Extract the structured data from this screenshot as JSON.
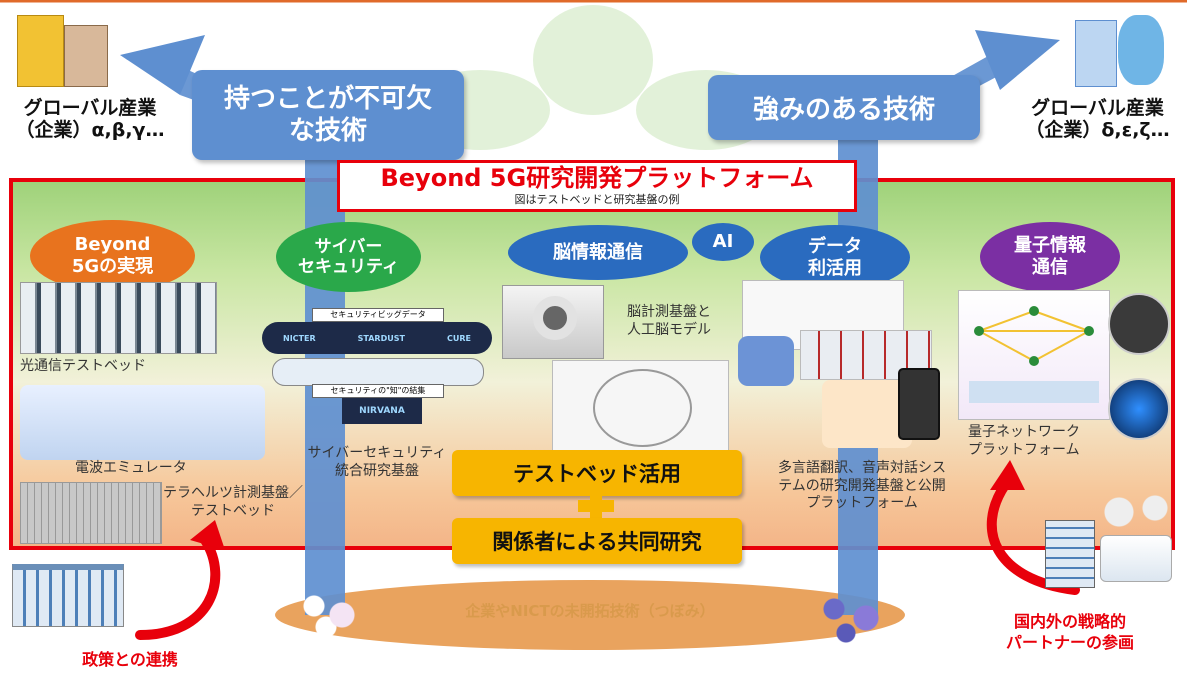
{
  "left_group": {
    "line1": "グローバル産業",
    "line2": "（企業）α,β,γ…"
  },
  "right_group": {
    "line1": "グローバル産業",
    "line2": "（企業）δ,ε,ζ…"
  },
  "arrow_left_label_1": "持つことが不可欠",
  "arrow_left_label_2": "な技術",
  "arrow_right_label": "強みのある技術",
  "platform": {
    "title": "Beyond 5G研究開発プラットフォーム",
    "subtitle": "図はテストベッドと研究基盤の例"
  },
  "pillars": [
    {
      "l1": "Beyond",
      "l2": "5Gの実現",
      "color": "#e8731e"
    },
    {
      "l1": "サイバー",
      "l2": "セキュリティ",
      "color": "#2aa84a"
    },
    {
      "l1": "脳情報通信",
      "l2": "",
      "color": "#2a6bbf"
    },
    {
      "l1": "AI",
      "l2": "",
      "color": "#2a6bbf"
    },
    {
      "l1": "データ",
      "l2": "利活用",
      "color": "#2a6bbf"
    },
    {
      "l1": "量子情報",
      "l2": "通信",
      "color": "#7b2fa3"
    }
  ],
  "labels": {
    "optical": "光通信テストベッド",
    "emulator": "電波エミュレータ",
    "terahertz_1": "テラヘルツ計測基盤／",
    "terahertz_2": "テストベッド",
    "cyber_1": "サイバーセキュリティ",
    "cyber_2": "統合研究基盤",
    "brain_1": "脳計測基盤と",
    "brain_2": "人工脳モデル",
    "multi_1": "多言語翻訳、音声対話シス",
    "multi_2": "テムの研究開発基盤と公開",
    "multi_3": "プラットフォーム",
    "quantum_1": "量子ネットワーク",
    "quantum_2": "プラットフォーム"
  },
  "cyber_diagram": {
    "big_data": "セキュリティビッグデータ",
    "knowledge": "セキュリティの\"知\"の結集",
    "nicter": "NICTER",
    "stardust": "STARDUST",
    "cure": "CURE",
    "nirvana": "NIRVANA"
  },
  "testbed_box": "テストベッド活用",
  "joint_box": "関係者による共同研究",
  "bud": "企業やNICTの未開拓技術（つぼみ）",
  "policy": "政策との連携",
  "partner_1": "国内外の戦略的",
  "partner_2": "パートナーの参画",
  "colors": {
    "frame": "#e8000b",
    "arrow": "#5e8fd0",
    "yellow": "#f7b500",
    "soil": "#e9a35e"
  }
}
